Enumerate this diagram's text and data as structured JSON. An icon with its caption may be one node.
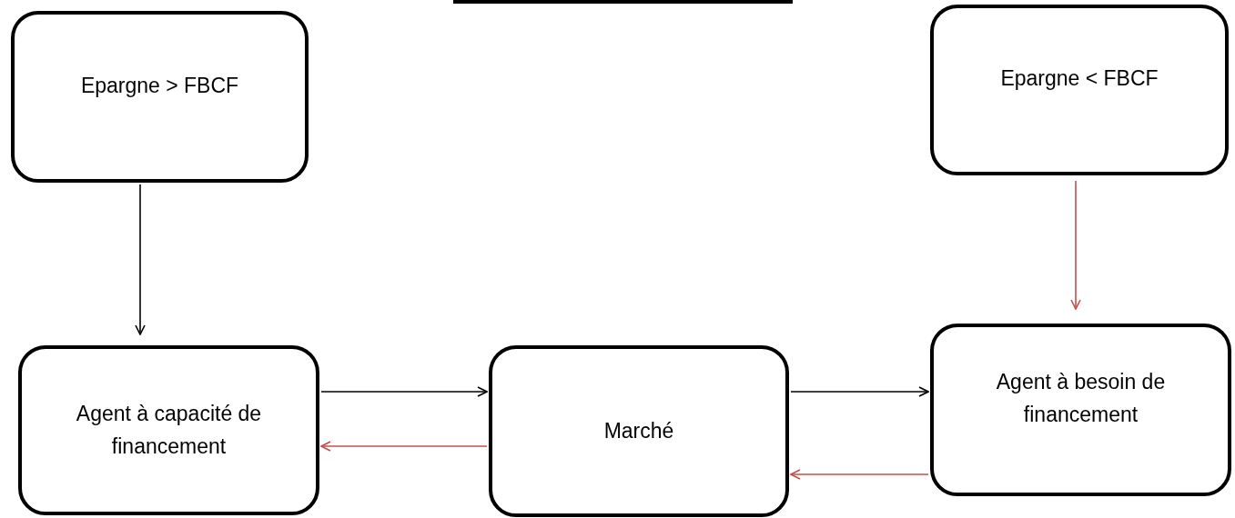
{
  "diagram": {
    "nodes": [
      {
        "text": [
          "Epargne > FBCF"
        ]
      },
      {
        "text": [
          "Epargne < FBCF"
        ]
      },
      {
        "text": [
          "Agent à capacité de financement"
        ]
      },
      {
        "text": [
          "Marché"
        ]
      },
      {
        "text": [
          "Agent à besoin de financement"
        ]
      }
    ],
    "edges": [
      {
        "from": 0,
        "to": 2,
        "arrow": "to"
      },
      {
        "from": 1,
        "to": 4,
        "arrow": "to",
        "color": "#c0504d"
      },
      {
        "from": 2,
        "to": 3,
        "arrow": "to"
      },
      {
        "from": 3,
        "to": 2,
        "arrow": "to",
        "color": "#c0504d"
      },
      {
        "from": 3,
        "to": 4,
        "arrow": "to"
      },
      {
        "from": 4,
        "to": 3,
        "arrow": "to",
        "color": "#c0504d"
      }
    ]
  }
}
